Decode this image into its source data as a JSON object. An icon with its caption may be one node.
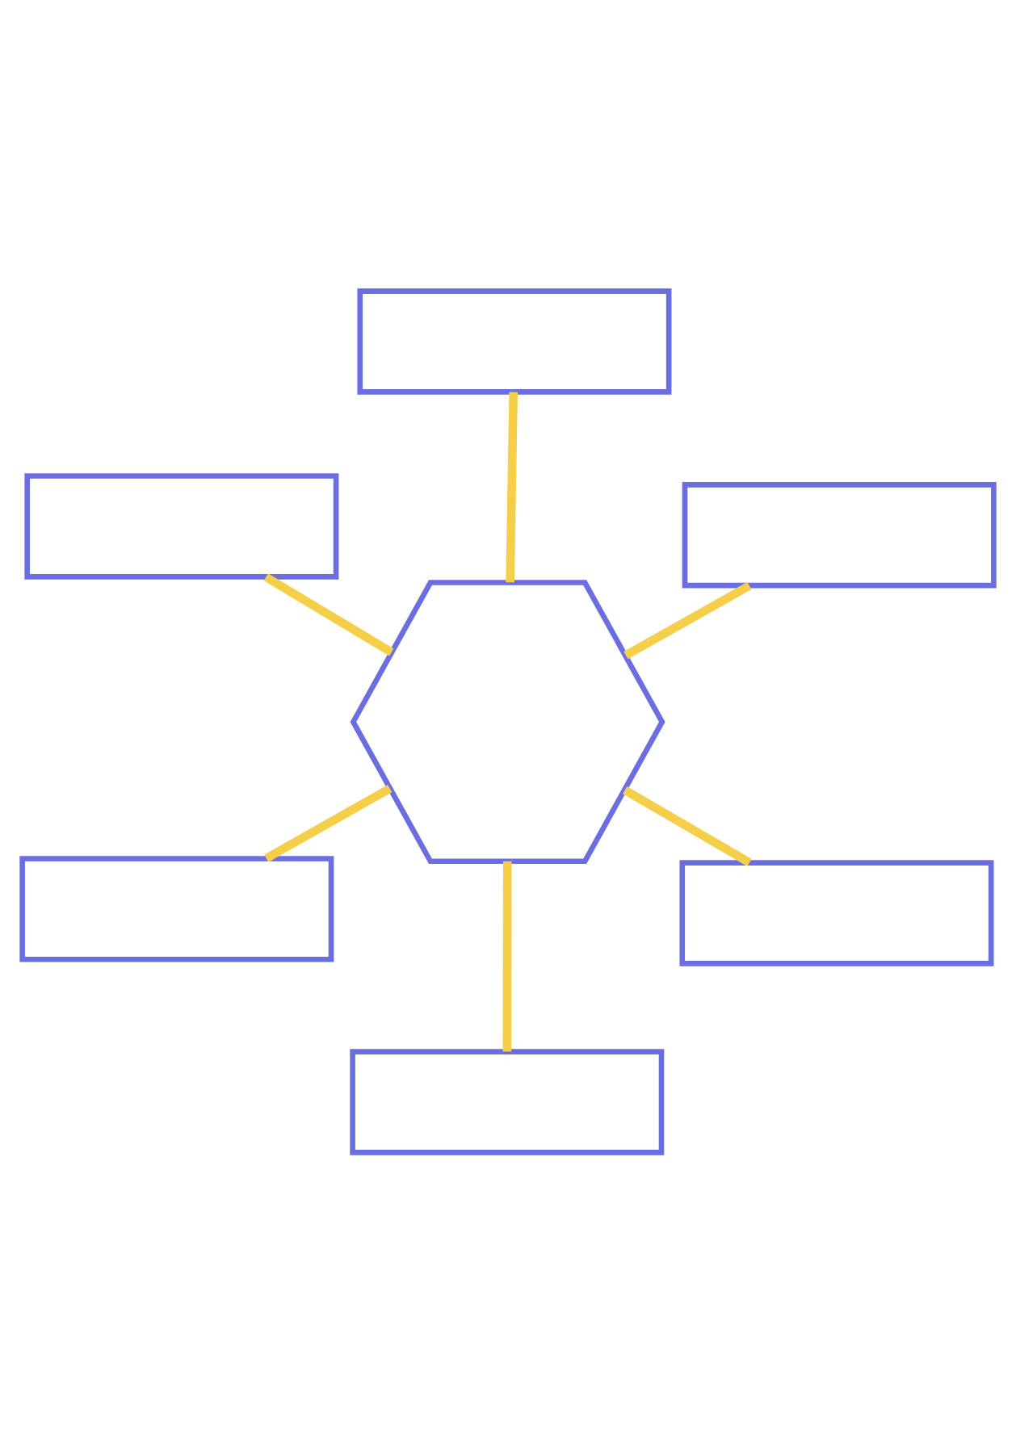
{
  "diagram": {
    "nodes": [
      {
        "text": [],
        "shape": "hexagon"
      },
      {
        "text": [],
        "shape": "box"
      },
      {
        "text": [],
        "shape": "box"
      },
      {
        "text": [],
        "shape": "box"
      },
      {
        "text": [],
        "shape": "box"
      },
      {
        "text": [],
        "shape": "box"
      },
      {
        "text": [],
        "shape": "box"
      }
    ],
    "edges": [
      {
        "from": 0,
        "to": 1,
        "arrow": "none"
      },
      {
        "from": 0,
        "to": 2,
        "arrow": "none"
      },
      {
        "from": 0,
        "to": 3,
        "arrow": "none"
      },
      {
        "from": 0,
        "to": 4,
        "arrow": "none"
      },
      {
        "from": 0,
        "to": 5,
        "arrow": "none"
      },
      {
        "from": 0,
        "to": 6,
        "arrow": "none"
      }
    ]
  }
}
